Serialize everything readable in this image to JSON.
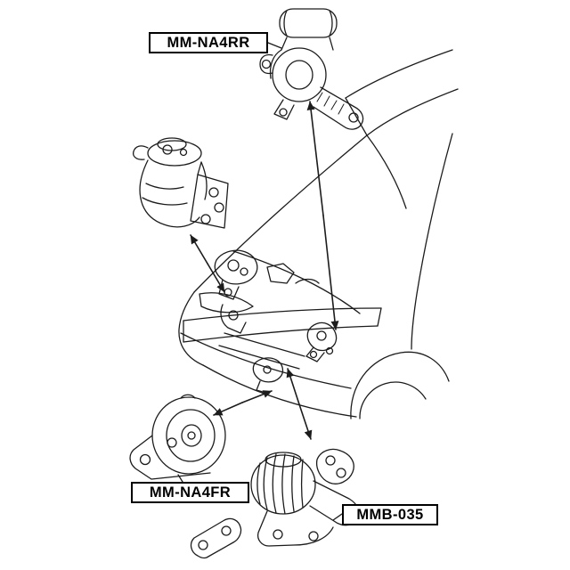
{
  "colors": {
    "background": "#ffffff",
    "line": "#1c1c1c",
    "label_border": "#000000",
    "label_text": "#000000"
  },
  "diagram": {
    "parts": [
      {
        "code": "MM-NA4RR"
      },
      {
        "code": "MM-NA4FR"
      },
      {
        "code": "MMB-035"
      }
    ]
  }
}
